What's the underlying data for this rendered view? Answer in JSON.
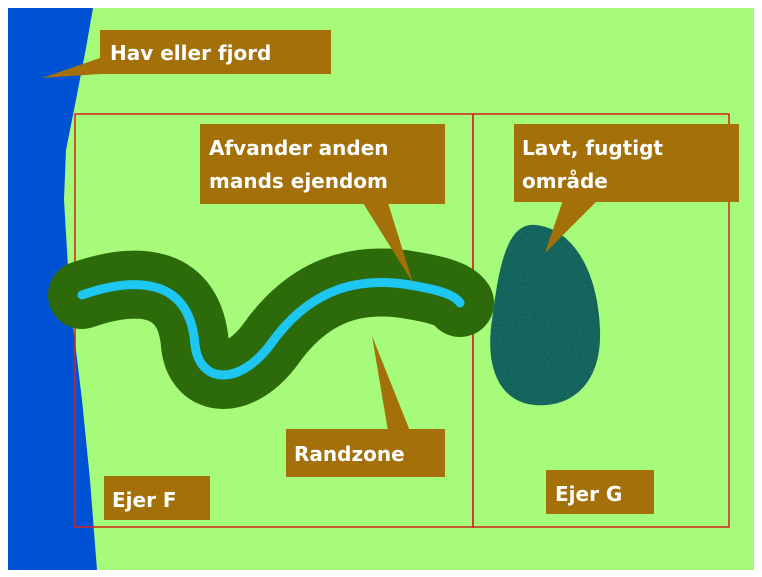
{
  "labels": {
    "sea": "Hav eller fjord",
    "drains": [
      "Afvander anden",
      "mands ejendom"
    ],
    "wet": [
      "Lavt, fugtigt",
      "område"
    ],
    "buffer": "Randzone",
    "owner_f": "Ejer F",
    "owner_g": "Ejer G"
  },
  "colors": {
    "land": "#a6fb7a",
    "sea": "#0052d4",
    "stream": "#1ec6f2",
    "buffer_zone": "#2c6a0a",
    "wet_area": "#0f5a52",
    "callout": "#a3700a",
    "property_border": "#d4231a"
  }
}
